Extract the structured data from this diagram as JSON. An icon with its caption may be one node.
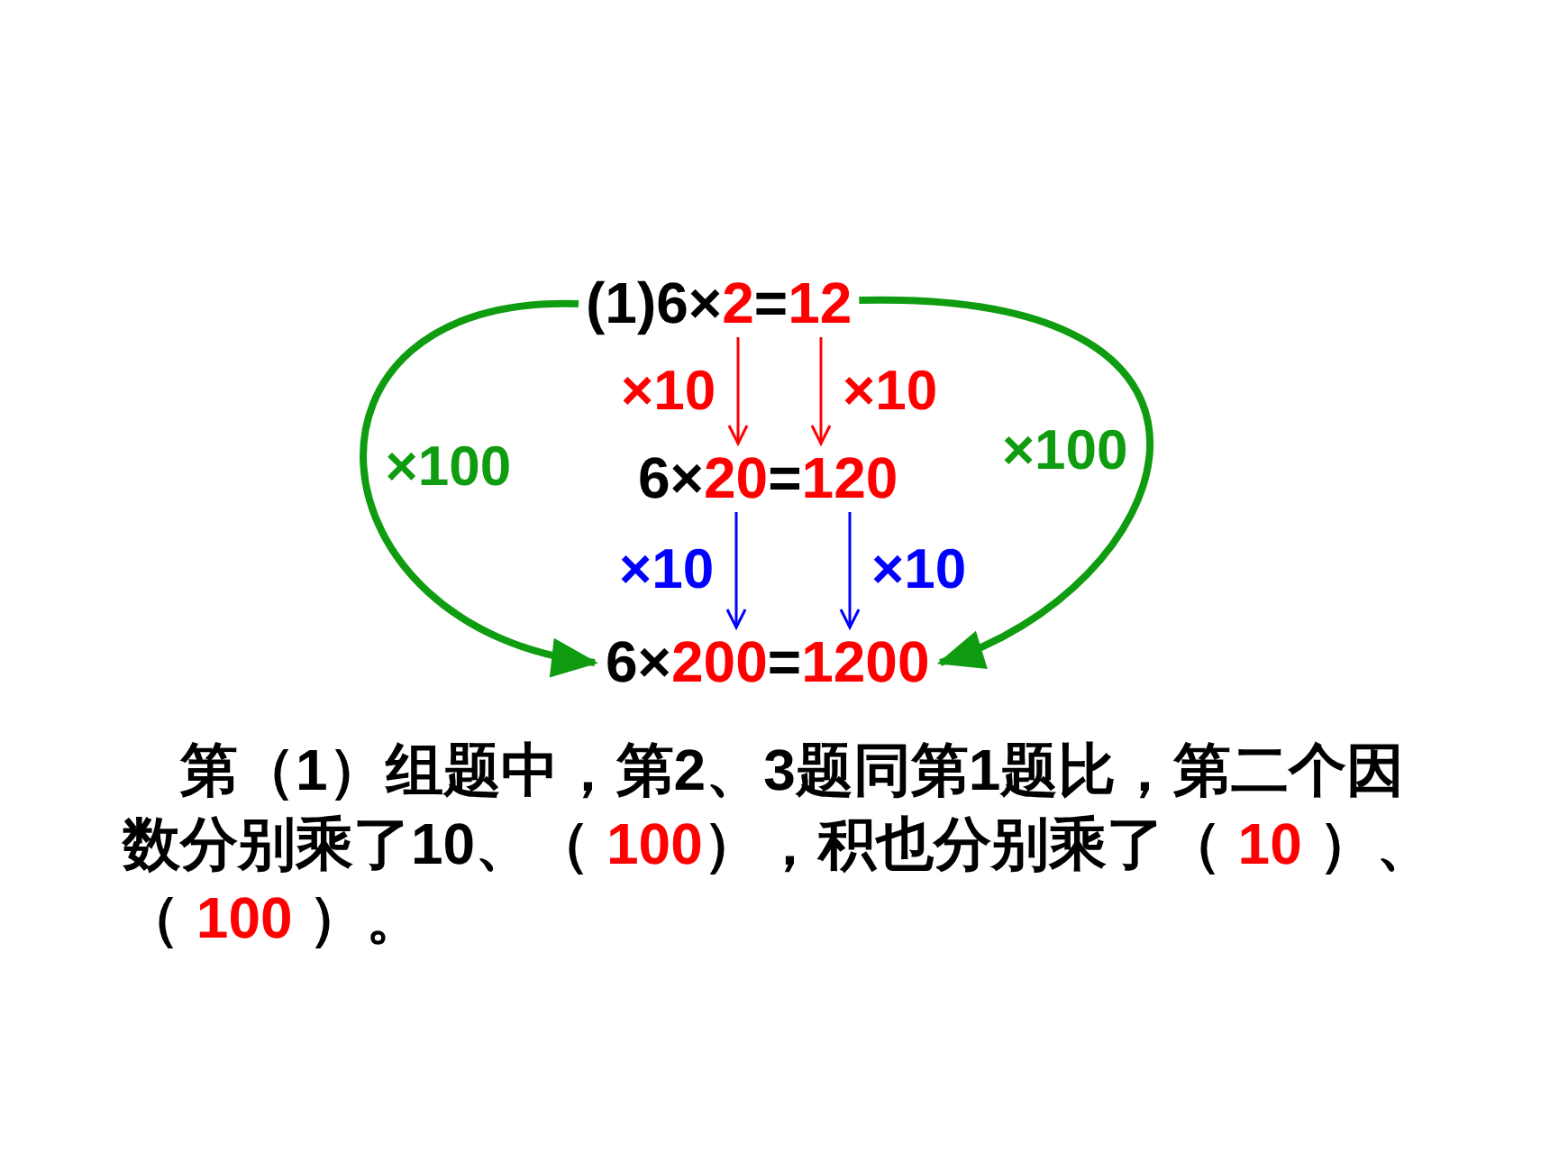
{
  "diagram": {
    "nodes": [
      {
        "text": [
          "(1)6×",
          "="
        ]
      },
      {
        "text": [
          "2"
        ],
        "in": 0
      },
      {
        "text": [
          "12"
        ],
        "in": 0
      },
      {
        "text": [
          "6×",
          "="
        ]
      },
      {
        "text": [
          "20"
        ],
        "in": 3
      },
      {
        "text": [
          "120"
        ],
        "in": 3
      },
      {
        "text": [
          "6×",
          "="
        ]
      },
      {
        "text": [
          "200"
        ],
        "in": 6
      },
      {
        "text": [
          "1200"
        ],
        "in": 6
      }
    ],
    "edges": [
      {
        "from": 0,
        "to": 6,
        "arrow": "to",
        "label": "×100",
        "style": "thick",
        "color": "#109c10"
      },
      {
        "from": 0,
        "to": 6,
        "arrow": "to",
        "label": "×100",
        "style": "thick",
        "color": "#109c10"
      },
      {
        "from": 1,
        "to": 4,
        "arrow": "to",
        "label": "×10",
        "color": "#ff0000"
      },
      {
        "from": 2,
        "to": 5,
        "arrow": "to",
        "label": "×10",
        "color": "#ff0000"
      },
      {
        "from": 4,
        "to": 7,
        "arrow": "to",
        "label": "×10",
        "color": "#0000ff"
      },
      {
        "from": 5,
        "to": 8,
        "arrow": "to",
        "label": "×10",
        "color": "#0000ff"
      }
    ],
    "labels": [
      "第（1）组题中，第2、3题同第1题比，第二个因数分别乘了10、（ **100**），积也分别乘了（ **10** ）、（ **100** ）。"
    ]
  }
}
